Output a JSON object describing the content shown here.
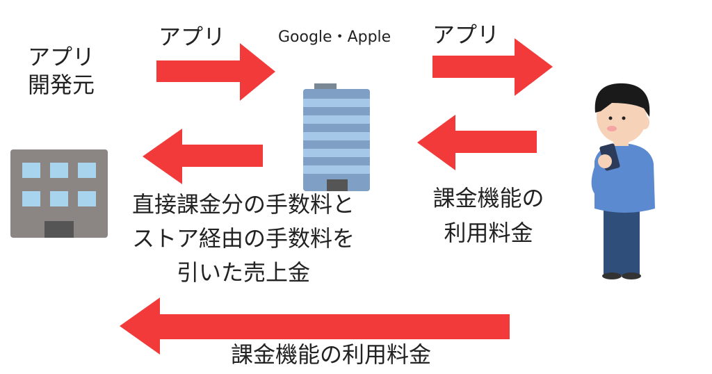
{
  "labels": {
    "developer": [
      "アプリ",
      "開発元"
    ],
    "app_top_left": "アプリ",
    "platform": "Google・Apple",
    "app_top_right": "アプリ",
    "revenue_lines": [
      "直接課金分の手数料と",
      "ストア経由の手数料を",
      "引いた売上金"
    ],
    "fee_right_lines": [
      "課金機能の",
      "利用料金"
    ],
    "fee_bottom": "課金機能の利用料金"
  },
  "colors": {
    "arrow": "#f23a3a",
    "building": "#8b8683",
    "window": "#a8d4ee",
    "tower": "#7f9fc4",
    "tower_stripe": "#a6c8e8",
    "shirt": "#5b8ad0",
    "pants": "#2f4f7a"
  }
}
